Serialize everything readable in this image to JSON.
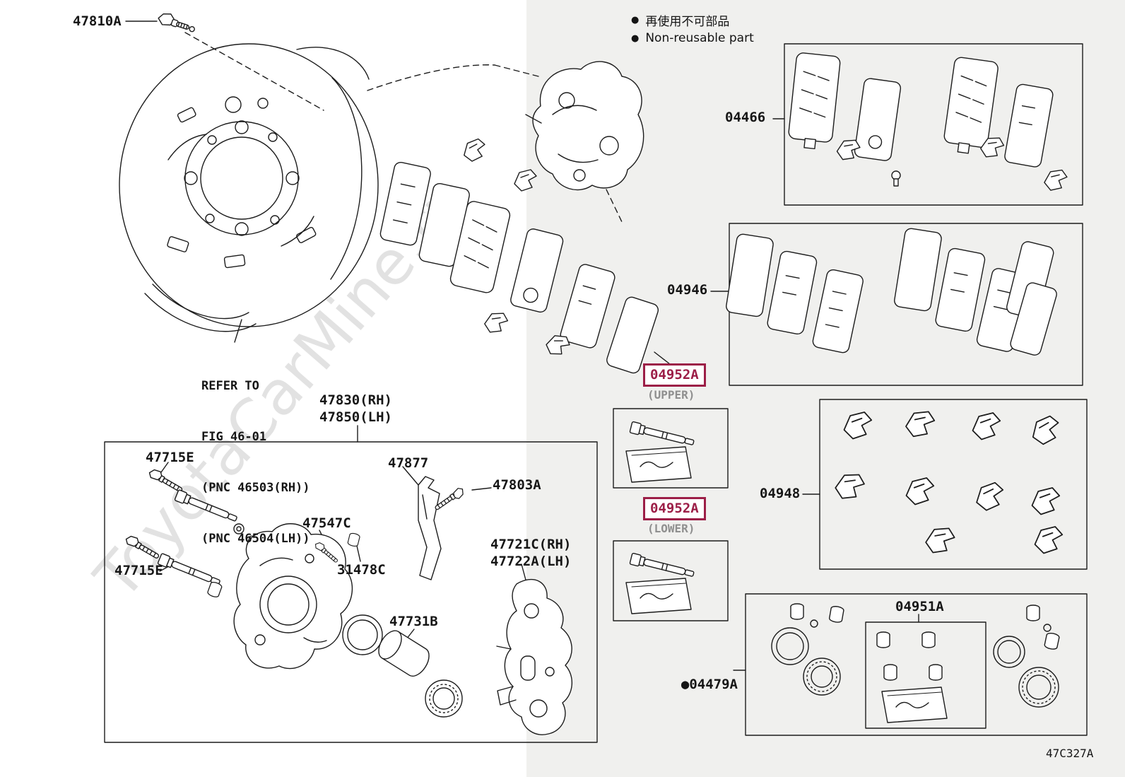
{
  "watermark": "ToyotaCarMine.ru",
  "diagram_code": "47C327A",
  "legend": {
    "bullet": "●",
    "jp": "再使用不可部品",
    "en": "Non-reusable part"
  },
  "notes": {
    "refer_lines": [
      "REFER TO",
      "FIG 46-01",
      "(PNC 46503(RH))",
      "(PNC 46504(LH))"
    ]
  },
  "parts": {
    "backing_plate_bolt": "47810A",
    "pad_kit": "04466",
    "shim_kit": "04946",
    "pin_kit_upper": "04952A",
    "pin_kit_upper_sub": "(UPPER)",
    "pin_kit_lower": "04952A",
    "pin_kit_lower_sub": "(LOWER)",
    "fitting_kit": "04948",
    "cylinder_kit": "04951A",
    "seal_kit_bullet": "●",
    "seal_kit": "04479A",
    "caliper_rh": "47830(RH)",
    "caliper_lh": "47850(LH)",
    "slide_pin_upper": "47715E",
    "slide_pin_lower": "47715E",
    "anti_squeal_shim": "47877",
    "caliper_bolt": "47803A",
    "bleeder_plug": "47547C",
    "bleeder_cap": "31478C",
    "mounting_bracket_rh": "47721C(RH)",
    "mounting_bracket_lh": "47722A(LH)",
    "piston": "47731B"
  }
}
